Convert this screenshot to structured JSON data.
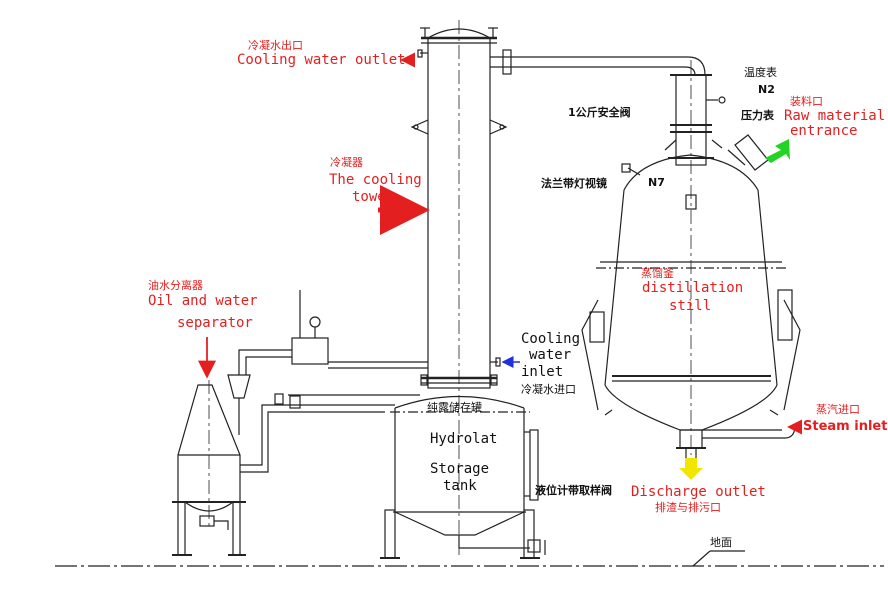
{
  "labels": {
    "cooling_outlet_cn": "冷凝水出口",
    "cooling_outlet_en": "Cooling water outlet",
    "condenser_cn": "冷凝器",
    "condenser_en_1": "The cooling",
    "condenser_en_2": "tower",
    "separator_cn": "油水分离器",
    "separator_en_1": "Oil and water",
    "separator_en_2": "separator",
    "cooling_inlet_en_1": "Cooling",
    "cooling_inlet_en_2": "water",
    "cooling_inlet_en_3": "inlet",
    "cooling_inlet_cn": "冷凝水进口",
    "storage_cn": "纯露储存罐",
    "hydrolat": "Hydrolat",
    "storage_en_1": "Storage",
    "storage_en_2": "tank",
    "level_gauge_cn": "液位计带取样阀",
    "thermometer_cn": "温度表",
    "n2": "N2",
    "safety_valve_cn": "1公斤安全阀",
    "pressure_gauge_cn": "压力表",
    "raw_material_cn": "装料口",
    "raw_material_en_1": "Raw material",
    "raw_material_en_2": "entrance",
    "sight_glass_cn": "法兰带灯视镜",
    "n7": "N7",
    "still_cn": "蒸馏釜",
    "still_en_1": "distillation",
    "still_en_2": "still",
    "steam_inlet_cn": "蒸汽进口",
    "steam_inlet_en": "Steam inlet",
    "discharge_en": "Discharge outlet",
    "discharge_cn": "排渣与排污口",
    "ground_cn": "地面"
  },
  "colors": {
    "red": "#e31f1f",
    "green": "#22d422",
    "blue": "#1f2fe3",
    "yellow": "#f2e600",
    "line": "#222222"
  }
}
